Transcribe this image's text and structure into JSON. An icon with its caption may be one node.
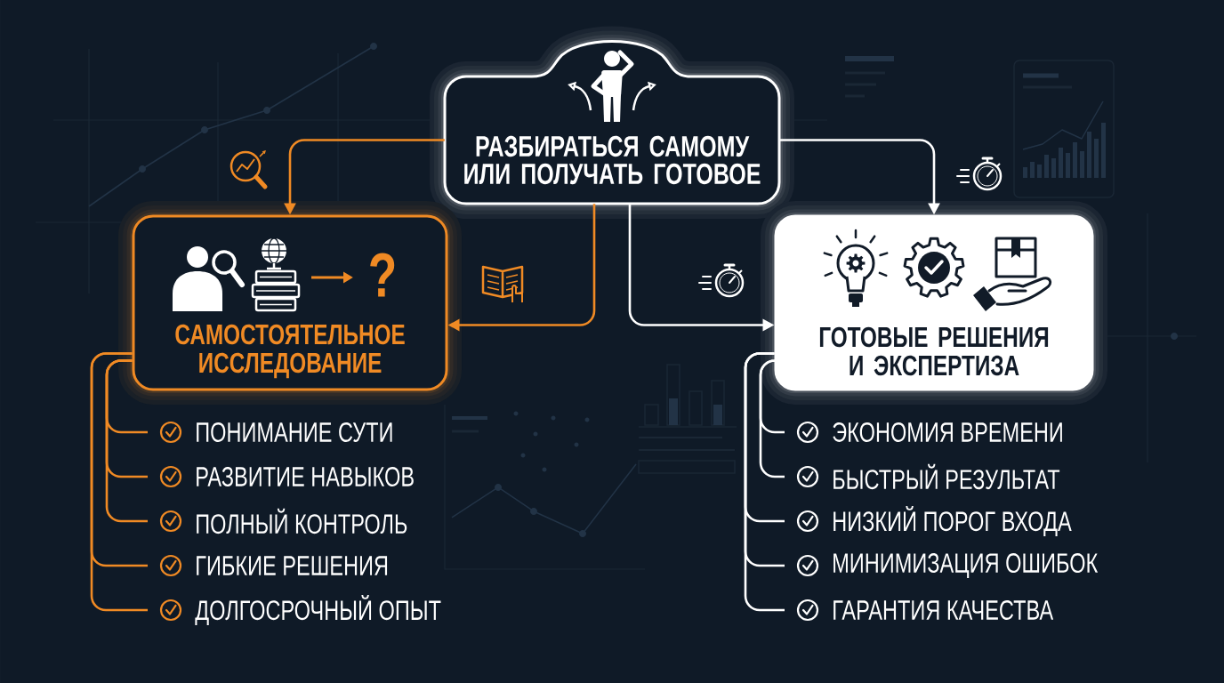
{
  "diagram": {
    "nodes": [
      {
        "text": [
          "РАЗБИРАТЬСЯ САМОМУ ИЛИ ПОЛУЧАТЬ ГОТОВОЕ"
        ]
      },
      {
        "text": [
          "?",
          "САМОСТОЯТЕЛЬНОЕ ИССЛЕДОВАНИЕ"
        ]
      },
      {
        "text": [
          "ГОТОВЫЕ РЕШЕНИЯ И ЭКСПЕРТИЗА"
        ]
      },
      {
        "text": [
          "ПОНИМАНИЕ СУТИ"
        ]
      },
      {
        "text": [
          "РАЗВИТИЕ НАВЫКОВ"
        ]
      },
      {
        "text": [
          "ПОЛНЫЙ КОНТРОЛЬ"
        ]
      },
      {
        "text": [
          "ГИБКИЕ РЕШЕНИЯ"
        ]
      },
      {
        "text": [
          "ДОЛГОСРОЧНЫЙ ОПЫТ"
        ]
      },
      {
        "text": [
          "ЭКОНОМИЯ ВРЕМЕНИ"
        ]
      },
      {
        "text": [
          "БЫСТРЫЙ РЕЗУЛЬТАТ"
        ]
      },
      {
        "text": [
          "НИЗКИЙ ПОРОГ ВХОДА"
        ]
      },
      {
        "text": [
          "МИНИМИЗАЦИЯ ОШИБОК"
        ]
      },
      {
        "text": [
          "ГАРАНТИЯ КАЧЕСТВА"
        ]
      }
    ],
    "edges": [
      {
        "from": 0,
        "to": 1,
        "arrow": "to",
        "color": "#f08a24"
      },
      {
        "from": 0,
        "to": 1,
        "arrow": "to",
        "color": "#f08a24"
      },
      {
        "from": 0,
        "to": 2,
        "arrow": "to",
        "color": "#ffffff"
      },
      {
        "from": 0,
        "to": 2,
        "arrow": "to",
        "color": "#ffffff"
      },
      {
        "from": 1,
        "to": 3,
        "arrow": "none",
        "color": "#f08a24"
      },
      {
        "from": 1,
        "to": 4,
        "arrow": "none",
        "color": "#f08a24"
      },
      {
        "from": 1,
        "to": 5,
        "arrow": "none",
        "color": "#f08a24"
      },
      {
        "from": 1,
        "to": 6,
        "arrow": "none",
        "color": "#f08a24"
      },
      {
        "from": 1,
        "to": 7,
        "arrow": "none",
        "color": "#f08a24"
      },
      {
        "from": 2,
        "to": 8,
        "arrow": "none",
        "color": "#ffffff"
      },
      {
        "from": 2,
        "to": 9,
        "arrow": "none",
        "color": "#ffffff"
      },
      {
        "from": 2,
        "to": 10,
        "arrow": "none",
        "color": "#ffffff"
      },
      {
        "from": 2,
        "to": 11,
        "arrow": "none",
        "color": "#ffffff"
      },
      {
        "from": 2,
        "to": 12,
        "arrow": "none",
        "color": "#ffffff"
      }
    ]
  }
}
